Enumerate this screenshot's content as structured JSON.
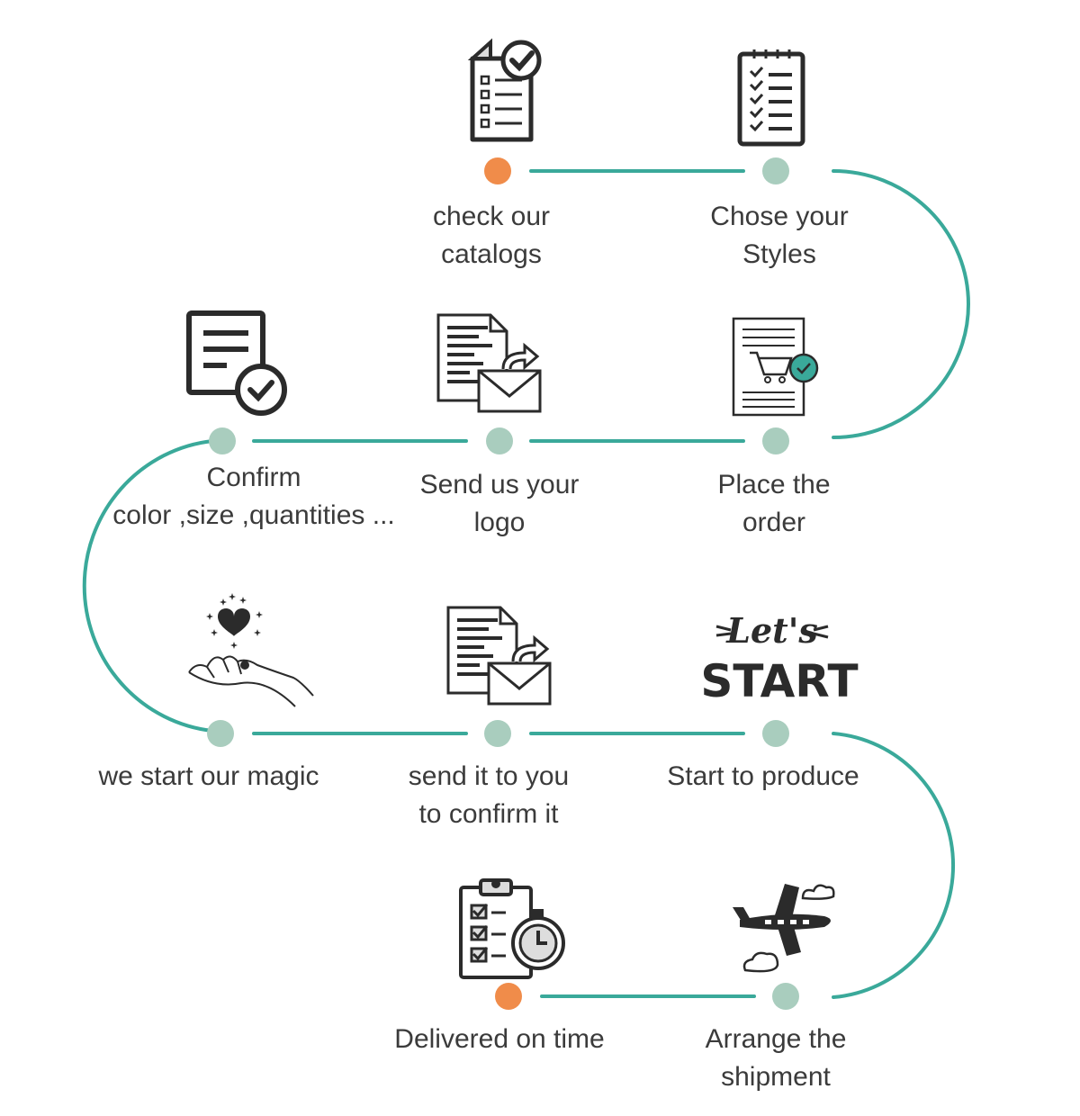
{
  "diagram": {
    "colors": {
      "path": "#3aa99a",
      "dot_default": "#a9cdbe",
      "dot_highlight": "#f08c4a",
      "icon_stroke": "#2b2b2b",
      "icon_accent": "#3aa99a",
      "text": "#3b3b3b"
    },
    "steps": [
      {
        "id": "catalogs",
        "lines": [
          "check our",
          "catalogs"
        ],
        "icon": "checklist-document-icon",
        "highlight": true
      },
      {
        "id": "styles",
        "lines": [
          "Chose your",
          "Styles"
        ],
        "icon": "clipboard-checklist-icon",
        "highlight": false
      },
      {
        "id": "order",
        "lines": [
          "Place the",
          "order"
        ],
        "icon": "shopping-cart-order-icon",
        "highlight": false
      },
      {
        "id": "logo",
        "lines": [
          "Send us your",
          "logo"
        ],
        "icon": "document-email-icon",
        "highlight": false
      },
      {
        "id": "confirm",
        "lines": [
          "Confirm",
          "color ,size ,quantities ..."
        ],
        "icon": "approved-document-icon",
        "highlight": false
      },
      {
        "id": "magic",
        "lines": [
          "we start our magic"
        ],
        "icon": "heart-hand-icon",
        "highlight": false
      },
      {
        "id": "send_confirm",
        "lines": [
          "send it to you",
          "to confirm it"
        ],
        "icon": "document-email-icon",
        "highlight": false
      },
      {
        "id": "produce",
        "lines": [
          "Start to produce"
        ],
        "icon": "lets-start-icon",
        "highlight": false,
        "icon_text": [
          "Let's",
          "START"
        ]
      },
      {
        "id": "shipment",
        "lines": [
          "Arrange the",
          "shipment"
        ],
        "icon": "airplane-icon",
        "highlight": false
      },
      {
        "id": "delivered",
        "lines": [
          "Delivered on time"
        ],
        "icon": "clipboard-stopwatch-icon",
        "highlight": true
      }
    ]
  }
}
